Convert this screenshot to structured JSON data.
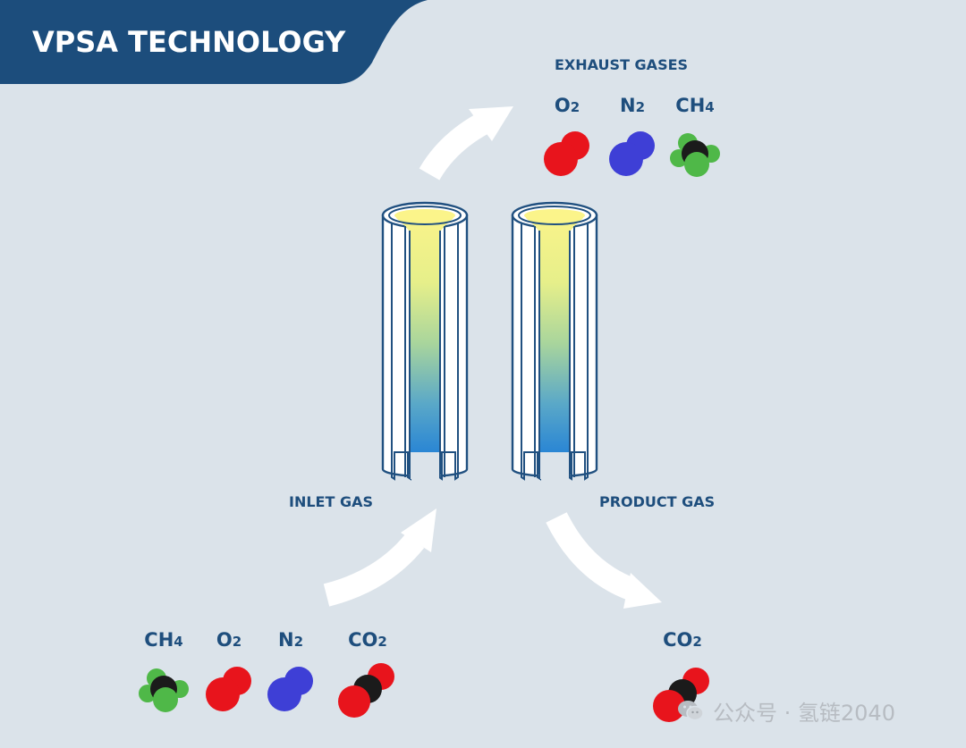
{
  "title": "VPSA TECHNOLOGY",
  "labels": {
    "exhaust": "EXHAUST GASES",
    "inlet": "INLET GAS",
    "product": "PRODUCT GAS"
  },
  "exhaust_gases": [
    {
      "formula": "O",
      "sub": "2",
      "type": "o2"
    },
    {
      "formula": "N",
      "sub": "2",
      "type": "n2"
    },
    {
      "formula": "CH",
      "sub": "4",
      "type": "ch4"
    }
  ],
  "inlet_gases": [
    {
      "formula": "CH",
      "sub": "4",
      "type": "ch4"
    },
    {
      "formula": "O",
      "sub": "2",
      "type": "o2"
    },
    {
      "formula": "N",
      "sub": "2",
      "type": "n2"
    },
    {
      "formula": "CO",
      "sub": "2",
      "type": "co2"
    }
  ],
  "product_gases": [
    {
      "formula": "CO",
      "sub": "2",
      "type": "co2"
    }
  ],
  "colors": {
    "oxygen": "#e8141c",
    "nitrogen": "#3e3fd6",
    "carbon": "#1b1b1b",
    "hydrogen": "#4fb848",
    "banner": "#1c4d7c",
    "label": "#1e4e7d"
  },
  "watermark": {
    "icon": "wechat-icon",
    "text": "公众号 · 氢链2040"
  }
}
